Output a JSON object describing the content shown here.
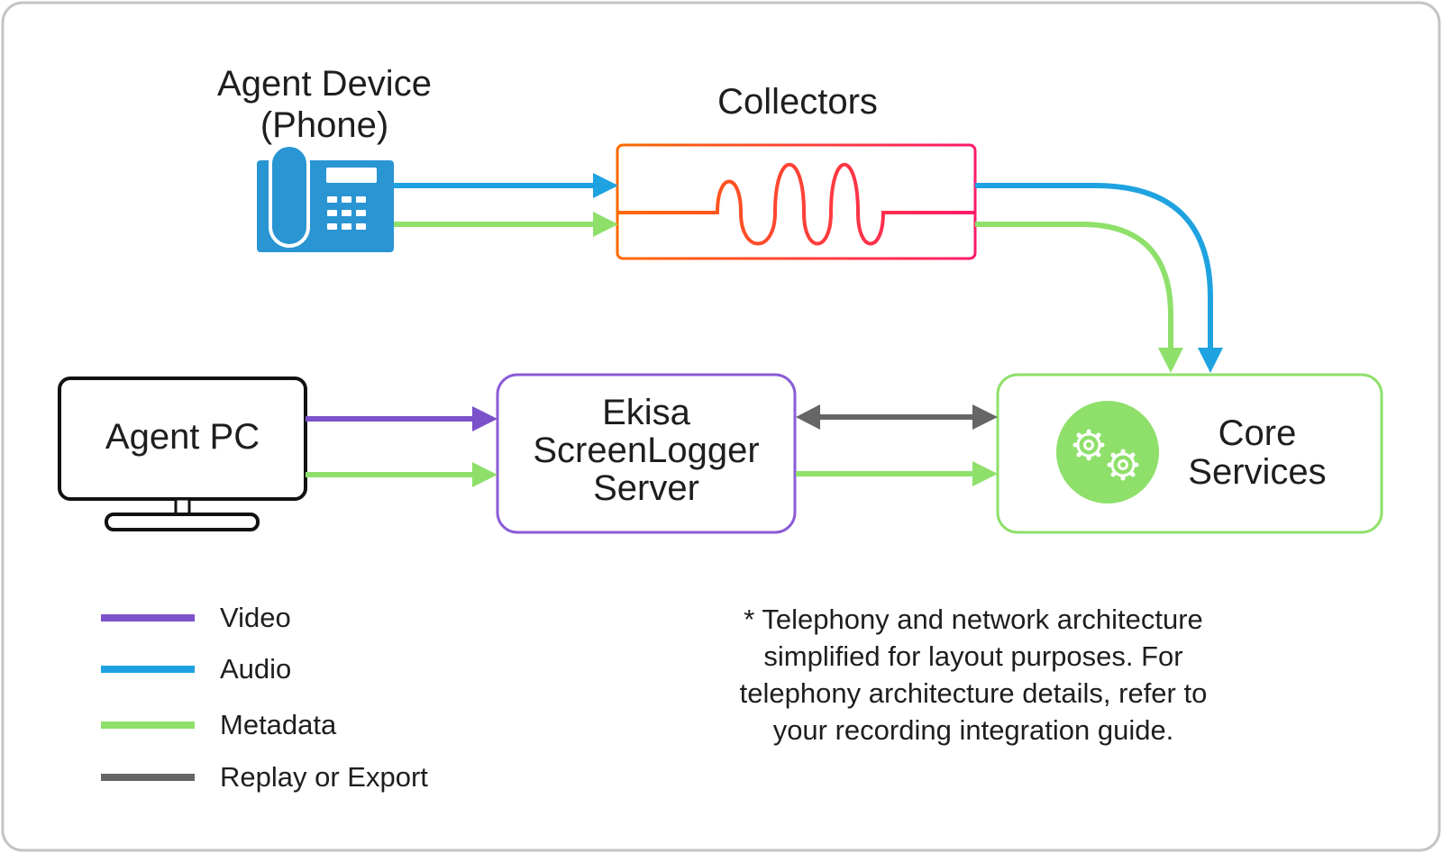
{
  "colors": {
    "video": "#7b52c9",
    "audio": "#1fa2e0",
    "metadata": "#8ee06a",
    "replay_export": "#666666",
    "phone_icon": "#2a95d3",
    "core_services": "#8ee06a",
    "screenlogger_border": "#8b5cd6",
    "collectors_gradient": [
      "#ff6a00",
      "#ff1a6a"
    ],
    "frame": "#c4c4c4"
  },
  "nodes": {
    "agent_device": {
      "title": "Agent Device\n(Phone)",
      "icon": "desk-phone-icon"
    },
    "collectors": {
      "title": "Collectors",
      "icon": "waveform-icon"
    },
    "agent_pc": {
      "label": "Agent PC",
      "icon": "monitor-icon"
    },
    "screenlogger": {
      "label": "Ekisa\nScreenLogger\nServer"
    },
    "core_services": {
      "label": "Core\nServices",
      "icon": "gears-icon"
    }
  },
  "legend": [
    {
      "label": "Video",
      "color": "#7b52c9"
    },
    {
      "label": "Audio",
      "color": "#1fa2e0"
    },
    {
      "label": "Metadata",
      "color": "#8ee06a"
    },
    {
      "label": "Replay or Export",
      "color": "#666666"
    }
  ],
  "note": "* Telephony and network architecture\nsimplified for layout purposes. For\ntelephony architecture details, refer to\nyour recording integration guide."
}
